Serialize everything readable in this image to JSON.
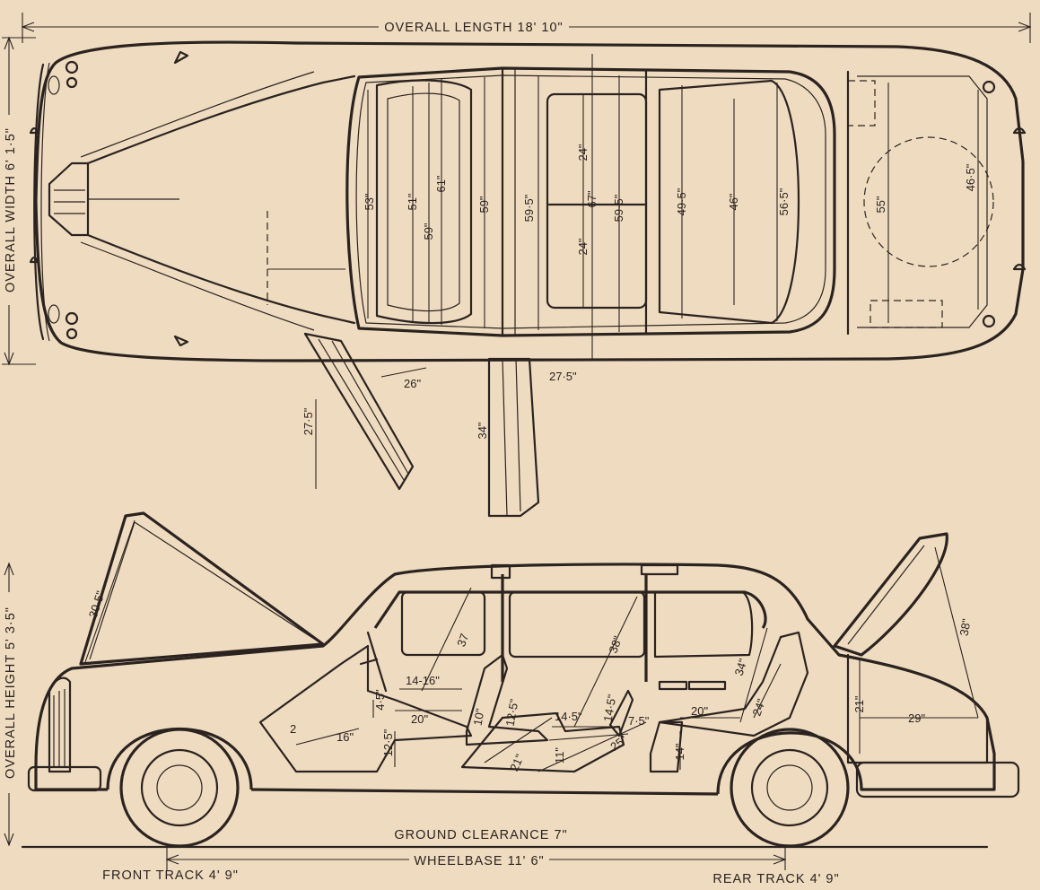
{
  "overall": {
    "length": "OVERALL LENGTH 18' 10\"",
    "width": "OVERALL WIDTH 6' 1·5\"",
    "height": "OVERALL HEIGHT 5' 3·5\"",
    "ground_clearance": "GROUND CLEARANCE 7\"",
    "wheelbase": "WHEELBASE 11' 6\"",
    "front_track": "FRONT TRACK 4' 9\"",
    "rear_track": "REAR TRACK 4' 9\""
  },
  "plan_view": {
    "dims": [
      "53\"",
      "51\"",
      "59\"",
      "61\"",
      "59\"",
      "59·5\"",
      "24\"",
      "24\"",
      "67\"",
      "59·5\"",
      "49·5\"",
      "46\"",
      "56·5\"",
      "55\"",
      "46·5\"",
      "26\"",
      "27·5\"",
      "27·5\"",
      "34\""
    ]
  },
  "side_view": {
    "dims": [
      "30·5\"",
      "37",
      "38\"",
      "38\"",
      "34\"",
      "14-16\"",
      "4·5\"",
      "20\"",
      "10\"",
      "2",
      "16\"",
      "12·5\"",
      "12·5\"",
      "21\"",
      "11\"",
      "14·5\"",
      "14·5\"",
      "7·5\"",
      "25\"",
      "20\"",
      "24\"",
      "14\"",
      "21\"",
      "29\""
    ]
  }
}
